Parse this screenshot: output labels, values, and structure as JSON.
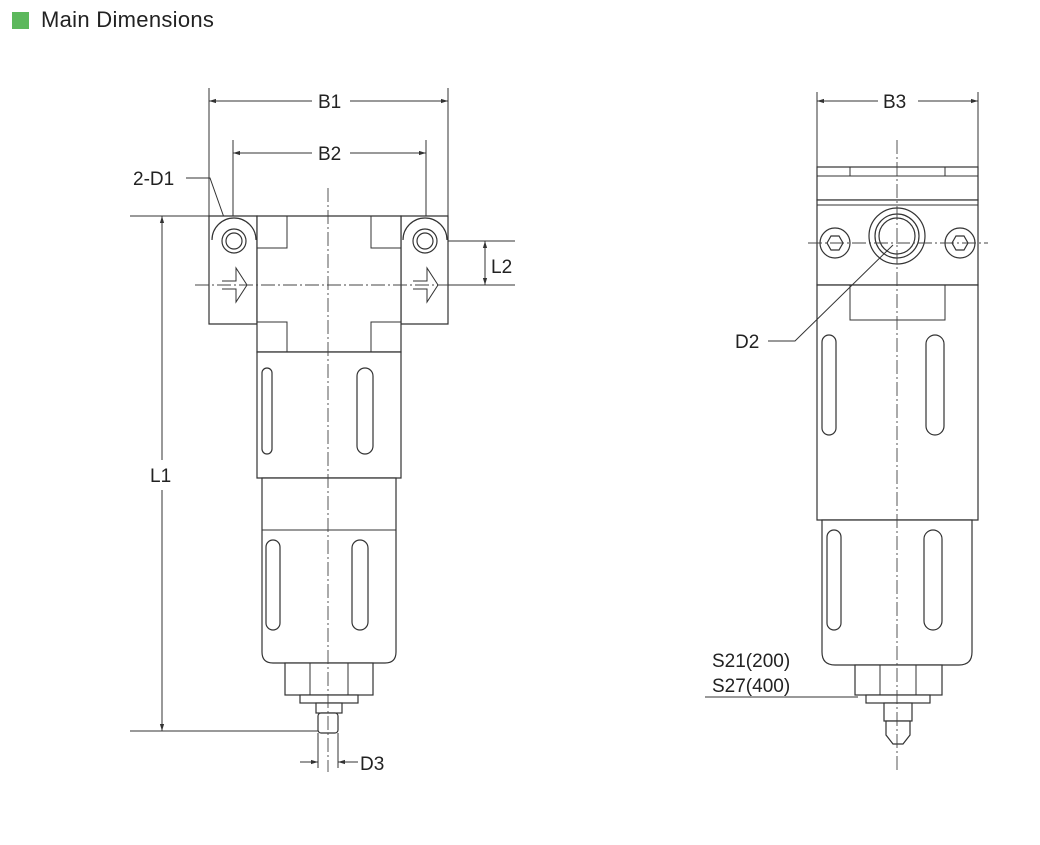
{
  "header": {
    "title": "Main Dimensions",
    "accent_color": "#5cb85c"
  },
  "front_view": {
    "labels": {
      "b1": "B1",
      "b2": "B2",
      "d1": "2-D1",
      "l1": "L1",
      "l2": "L2",
      "d3": "D3"
    }
  },
  "side_view": {
    "labels": {
      "b3": "B3",
      "d2": "D2",
      "s21": "S21(200)",
      "s27": "S27(400)"
    }
  }
}
